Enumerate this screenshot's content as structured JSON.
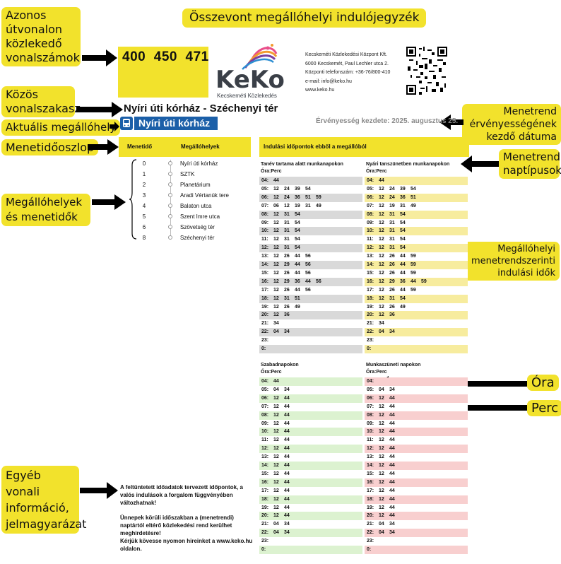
{
  "annotations": {
    "same_route": "Azonos útvonalon közlekedő vonalszámok",
    "common_segment": "Közös vonalszakasz",
    "current_stop": "Aktuális megállóhely",
    "time_column": "Menetidőoszlop",
    "stops_times": "Megállóhelyek és menetidők",
    "other_info": "Egyéb vonali információ, jelmagyarázat",
    "title": "Összevont megállóhelyi indulójegyzék",
    "validity_date": "Menetrend érvényességének kezdő dátuma",
    "schedule_types": "Menetrendi naptípusok",
    "departures": "Megállóhelyi menetrendszerinti indulási idők",
    "hour": "Óra",
    "minute": "Perc"
  },
  "route_numbers": "400  450  471",
  "logo": {
    "text": "KeKo",
    "subtitle": "Kecskeméti Közlekedés"
  },
  "company": {
    "name": "Kecskeméti Közlekedési Központ Kft.",
    "address": "6000 Kecskemét, Paul Lechler utca 2.",
    "phone": "Központi telefonszám: +36-76/800-410",
    "email": "e-mail: info@keko.hu",
    "web": "www.keko.hu"
  },
  "segment_title": "Nyíri úti kórház - Széchenyi tér",
  "current_stop": "Nyíri úti kórház",
  "validity": "Érvényesség kezdete: 2025. augusztus 25.",
  "column_headers": {
    "time": "Menetidő",
    "stops": "Megállóhelyek"
  },
  "departures_header": "Indulási időpontok ebből a megállóból",
  "stops": [
    {
      "min": "0",
      "name": "Nyíri úti kórház"
    },
    {
      "min": "1",
      "name": "SZTK"
    },
    {
      "min": "2",
      "name": "Planetárium"
    },
    {
      "min": "3",
      "name": "Aradi Vértanúk tere"
    },
    {
      "min": "4",
      "name": "Balaton utca"
    },
    {
      "min": "5",
      "name": "Szent Imre utca"
    },
    {
      "min": "6",
      "name": "Szövetség tér"
    },
    {
      "min": "8",
      "name": "Széchenyi tér"
    }
  ],
  "panels": [
    {
      "title": "Tanév tartama alatt munkanapokon",
      "subtitle": "Óra:Perc",
      "bg_alt": "#d9d9d9",
      "rows": [
        {
          "h": "04:",
          "m": [
            "44"
          ]
        },
        {
          "h": "05:",
          "m": [
            "12",
            "24",
            "39",
            "54"
          ]
        },
        {
          "h": "06:",
          "m": [
            "12",
            "24",
            "36",
            "51",
            "59"
          ]
        },
        {
          "h": "07:",
          "m": [
            "06",
            "12",
            "19",
            "31",
            "49"
          ]
        },
        {
          "h": "08:",
          "m": [
            "12",
            "31",
            "54"
          ]
        },
        {
          "h": "09:",
          "m": [
            "12",
            "31",
            "54"
          ]
        },
        {
          "h": "10:",
          "m": [
            "12",
            "31",
            "54"
          ]
        },
        {
          "h": "11:",
          "m": [
            "12",
            "31",
            "54"
          ]
        },
        {
          "h": "12:",
          "m": [
            "12",
            "31",
            "54"
          ]
        },
        {
          "h": "13:",
          "m": [
            "12",
            "26",
            "44",
            "56"
          ]
        },
        {
          "h": "14:",
          "m": [
            "12",
            "29",
            "44",
            "56"
          ]
        },
        {
          "h": "15:",
          "m": [
            "12",
            "26",
            "44",
            "56"
          ]
        },
        {
          "h": "16:",
          "m": [
            "12",
            "29",
            "36",
            "44",
            "56"
          ]
        },
        {
          "h": "17:",
          "m": [
            "12",
            "26",
            "44",
            "56"
          ]
        },
        {
          "h": "18:",
          "m": [
            "12",
            "31",
            "51"
          ]
        },
        {
          "h": "19:",
          "m": [
            "12",
            "26",
            "49"
          ]
        },
        {
          "h": "20:",
          "m": [
            "12",
            "36"
          ]
        },
        {
          "h": "21:",
          "m": [
            "34"
          ]
        },
        {
          "h": "22:",
          "m": [
            "04",
            "34"
          ]
        },
        {
          "h": "23:",
          "m": []
        },
        {
          "h": "0:",
          "m": []
        }
      ]
    },
    {
      "title": "Nyári tanszünetben munkanapokon",
      "subtitle": "Óra:Perc",
      "bg_alt": "#f7ec9e",
      "rows": [
        {
          "h": "04:",
          "m": [
            "44"
          ]
        },
        {
          "h": "05:",
          "m": [
            "12",
            "24",
            "39",
            "54"
          ]
        },
        {
          "h": "06:",
          "m": [
            "12",
            "24",
            "36",
            "51"
          ]
        },
        {
          "h": "07:",
          "m": [
            "12",
            "19",
            "31",
            "49"
          ]
        },
        {
          "h": "08:",
          "m": [
            "12",
            "31",
            "54"
          ]
        },
        {
          "h": "09:",
          "m": [
            "12",
            "31",
            "54"
          ]
        },
        {
          "h": "10:",
          "m": [
            "12",
            "31",
            "54"
          ]
        },
        {
          "h": "11:",
          "m": [
            "12",
            "31",
            "54"
          ]
        },
        {
          "h": "12:",
          "m": [
            "12",
            "31",
            "54"
          ]
        },
        {
          "h": "13:",
          "m": [
            "12",
            "26",
            "44",
            "59"
          ]
        },
        {
          "h": "14:",
          "m": [
            "12",
            "26",
            "44",
            "59"
          ]
        },
        {
          "h": "15:",
          "m": [
            "12",
            "26",
            "44",
            "59"
          ]
        },
        {
          "h": "16:",
          "m": [
            "12",
            "29",
            "36",
            "44",
            "59"
          ]
        },
        {
          "h": "17:",
          "m": [
            "12",
            "26",
            "44",
            "59"
          ]
        },
        {
          "h": "18:",
          "m": [
            "12",
            "31",
            "54"
          ]
        },
        {
          "h": "19:",
          "m": [
            "12",
            "26",
            "49"
          ]
        },
        {
          "h": "20:",
          "m": [
            "12",
            "36"
          ]
        },
        {
          "h": "21:",
          "m": [
            "34"
          ]
        },
        {
          "h": "22:",
          "m": [
            "04",
            "34"
          ]
        },
        {
          "h": "23:",
          "m": []
        },
        {
          "h": "0:",
          "m": []
        }
      ]
    },
    {
      "title": "Szabadnapokon",
      "subtitle": "Óra:Perc",
      "bg_alt": "#dcf2d0",
      "rows": [
        {
          "h": "04:",
          "m": [
            "44"
          ]
        },
        {
          "h": "05:",
          "m": [
            "04",
            "34"
          ]
        },
        {
          "h": "06:",
          "m": [
            "12",
            "44"
          ]
        },
        {
          "h": "07:",
          "m": [
            "12",
            "44"
          ]
        },
        {
          "h": "08:",
          "m": [
            "12",
            "44"
          ]
        },
        {
          "h": "09:",
          "m": [
            "12",
            "44"
          ]
        },
        {
          "h": "10:",
          "m": [
            "12",
            "44"
          ]
        },
        {
          "h": "11:",
          "m": [
            "12",
            "44"
          ]
        },
        {
          "h": "12:",
          "m": [
            "12",
            "44"
          ]
        },
        {
          "h": "13:",
          "m": [
            "12",
            "44"
          ]
        },
        {
          "h": "14:",
          "m": [
            "12",
            "44"
          ]
        },
        {
          "h": "15:",
          "m": [
            "12",
            "44"
          ]
        },
        {
          "h": "16:",
          "m": [
            "12",
            "44"
          ]
        },
        {
          "h": "17:",
          "m": [
            "12",
            "44"
          ]
        },
        {
          "h": "18:",
          "m": [
            "12",
            "44"
          ]
        },
        {
          "h": "19:",
          "m": [
            "12",
            "44"
          ]
        },
        {
          "h": "20:",
          "m": [
            "12",
            "44"
          ]
        },
        {
          "h": "21:",
          "m": [
            "04",
            "34"
          ]
        },
        {
          "h": "22:",
          "m": [
            "04",
            "34"
          ]
        },
        {
          "h": "23:",
          "m": []
        },
        {
          "h": "0:",
          "m": []
        }
      ]
    },
    {
      "title": "Munkaszüneti napokon",
      "subtitle": "Óra:Perc",
      "bg_alt": "#f8cfcf",
      "rows": [
        {
          "h": "04:",
          "m": []
        },
        {
          "h": "05:",
          "m": [
            "04",
            "34"
          ]
        },
        {
          "h": "06:",
          "m": [
            "12",
            "44"
          ]
        },
        {
          "h": "07:",
          "m": [
            "12",
            "44"
          ]
        },
        {
          "h": "08:",
          "m": [
            "12",
            "44"
          ]
        },
        {
          "h": "09:",
          "m": [
            "12",
            "44"
          ]
        },
        {
          "h": "10:",
          "m": [
            "12",
            "44"
          ]
        },
        {
          "h": "11:",
          "m": [
            "12",
            "44"
          ]
        },
        {
          "h": "12:",
          "m": [
            "12",
            "44"
          ]
        },
        {
          "h": "13:",
          "m": [
            "12",
            "44"
          ]
        },
        {
          "h": "14:",
          "m": [
            "12",
            "44"
          ]
        },
        {
          "h": "15:",
          "m": [
            "12",
            "44"
          ]
        },
        {
          "h": "16:",
          "m": [
            "12",
            "44"
          ]
        },
        {
          "h": "17:",
          "m": [
            "12",
            "44"
          ]
        },
        {
          "h": "18:",
          "m": [
            "12",
            "44"
          ]
        },
        {
          "h": "19:",
          "m": [
            "12",
            "44"
          ]
        },
        {
          "h": "20:",
          "m": [
            "12",
            "44"
          ]
        },
        {
          "h": "21:",
          "m": [
            "04",
            "34"
          ]
        },
        {
          "h": "22:",
          "m": [
            "04",
            "34"
          ]
        },
        {
          "h": "23:",
          "m": []
        },
        {
          "h": "0:",
          "m": []
        }
      ]
    }
  ],
  "info": [
    "A feltüntetett időadatok tervezett időpontok, a valós indulások a forgalom függvényében változhatnak!",
    "Ünnepek körüli időszakban a (menetrendi) naptártól eltérő közlekedési rend kerülhet meghirdetésre!",
    "Kérjük kövesse nyomon hireinket a www.keko.hu oldalon."
  ],
  "colors": {
    "accent_yellow": "#f2e22c",
    "brand_blue": "#1b5fa8"
  }
}
